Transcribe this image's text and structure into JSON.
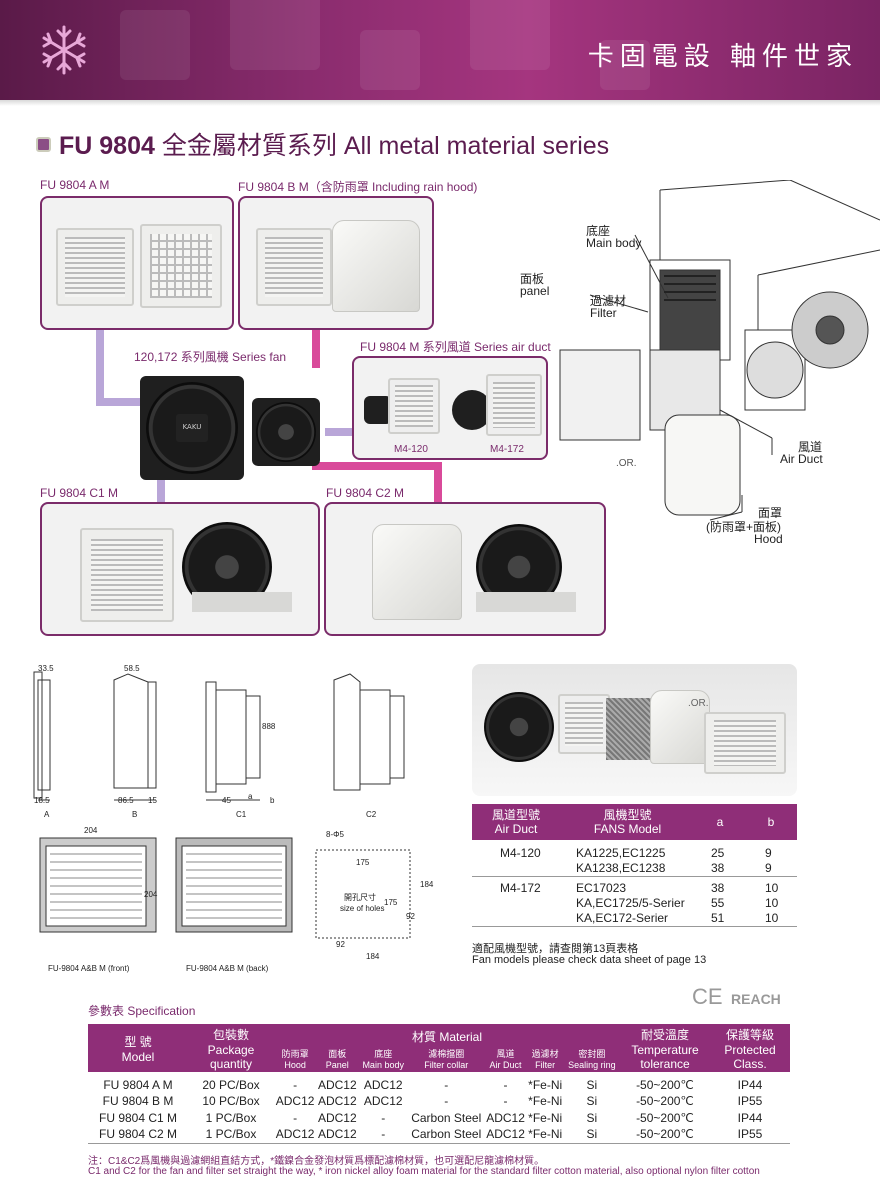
{
  "banner": {
    "title": "卡固電設  軸件世家"
  },
  "section": {
    "model": "FU 9804",
    "zh": "全金屬材質系列",
    "en": "All metal material series"
  },
  "products": {
    "am": "FU 9804 A M",
    "bm": "FU 9804 B M（含防雨罩  Including rain hood)",
    "fan_series": "120,172 系列風機   Series fan",
    "m_series": "FU 9804 M  系列風道  Series air duct",
    "c1m": "FU 9804 C1 M",
    "c2m": "FU 9804 C2 M",
    "m4_120": "M4-120",
    "m4_172": "M4-172",
    "fan_brand": "KAKU"
  },
  "exploded": {
    "main_body_zh": "底座",
    "main_body_en": "Main body",
    "panel_zh": "面板",
    "panel_en": "panel",
    "filter_zh": "過濾材",
    "filter_en": "Filter",
    "air_duct_zh": "風道",
    "air_duct_en": "Air Duct",
    "or": ".OR.",
    "hood_zh": "面罩",
    "hood_sub": "(防雨罩+面板)",
    "hood_en": "Hood"
  },
  "drawings": {
    "d1": "33.5",
    "d2": "58.5",
    "d3": "18.5",
    "d4": "86.5",
    "d5": "15",
    "d6": "45",
    "d7": "a",
    "d8": "b",
    "d9": "888",
    "cap_a": "A",
    "cap_b": "B",
    "cap_c1": "C1",
    "cap_c2": "C2",
    "w204": "204",
    "h204": "204",
    "holes": "8-Φ5",
    "w175": "175",
    "h175": "175",
    "h184": "184",
    "w184": "184",
    "w92": "92",
    "h92": "92",
    "hole_zh": "開孔尺寸",
    "hole_en": "size of holes",
    "front_caption": "FU-9804 A&B M (front)",
    "back_caption": "FU-9804 A&B M (back)"
  },
  "photo": {
    "or": ".OR."
  },
  "duct_table": {
    "headers": {
      "duct_zh": "風道型號",
      "duct_en": "Air Duct",
      "fans_zh": "風機型號",
      "fans_en": "FANS Model",
      "a": "a",
      "b": "b"
    },
    "rows": [
      {
        "duct": "M4-120",
        "fan": "KA1225,EC1225",
        "a": "25",
        "b": "9"
      },
      {
        "duct": "",
        "fan": "KA1238,EC1238",
        "a": "38",
        "b": "9"
      },
      {
        "duct": "M4-172",
        "fan": "EC17023",
        "a": "38",
        "b": "10"
      },
      {
        "duct": "",
        "fan": "KA,EC1725/5-Serier",
        "a": "55",
        "b": "10"
      },
      {
        "duct": "",
        "fan": "KA,EC172-Serier",
        "a": "51",
        "b": "10"
      }
    ],
    "note_zh": "適配風機型號，請查閱第13頁表格",
    "note_en": "Fan models please check data sheet of page 13"
  },
  "cert": {
    "ce": "CE",
    "reach": "REACH"
  },
  "spec": {
    "title_zh": "參數表",
    "title_en": "Specification",
    "headers": {
      "model_zh": "型 號",
      "model_en": "Model",
      "pkg_zh": "包裝數",
      "pkg_en": "Package quantity",
      "mat_zh": "材質",
      "mat_en": "Material",
      "hood_zh": "防雨罩",
      "hood_en": "Hood",
      "panel_zh": "面板",
      "panel_en": "Panel",
      "body_zh": "底座",
      "body_en": "Main body",
      "collar_zh": "濾棉擋圈",
      "collar_en": "Filter collar",
      "duct_zh": "風道",
      "duct_en": "Air Duct",
      "filter_zh": "過濾材",
      "filter_en": "Filter",
      "seal_zh": "密封圈",
      "seal_en": "Sealing ring",
      "temp_zh": "耐受溫度",
      "temp_en1": "Temperature",
      "temp_en2": "tolerance",
      "class_zh": "保護等級",
      "class_en1": "Protected",
      "class_en2": "Class."
    },
    "rows": [
      {
        "model": "FU 9804  A  M",
        "pkg": "20 PC/Box",
        "hood": "-",
        "panel": "ADC12",
        "body": "ADC12",
        "collar": "-",
        "duct": "-",
        "filter": "*Fe-Ni",
        "seal": "Si",
        "temp": "-50~200℃",
        "cls": "IP44"
      },
      {
        "model": "FU 9804  B  M",
        "pkg": "10 PC/Box",
        "hood": "ADC12",
        "panel": "ADC12",
        "body": "ADC12",
        "collar": "-",
        "duct": "-",
        "filter": "*Fe-Ni",
        "seal": "Si",
        "temp": "-50~200℃",
        "cls": "IP55"
      },
      {
        "model": "FU 9804 C1 M",
        "pkg": "1 PC/Box",
        "hood": "-",
        "panel": "ADC12",
        "body": "-",
        "collar": "Carbon Steel",
        "duct": "ADC12",
        "filter": "*Fe-Ni",
        "seal": "Si",
        "temp": "-50~200℃",
        "cls": "IP44"
      },
      {
        "model": "FU 9804 C2 M",
        "pkg": "1 PC/Box",
        "hood": "ADC12",
        "panel": "ADC12",
        "body": "-",
        "collar": "Carbon Steel",
        "duct": "ADC12",
        "filter": "*Fe-Ni",
        "seal": "Si",
        "temp": "-50~200℃",
        "cls": "IP55"
      }
    ],
    "note_zh": "注：C1&C2爲風機與過濾網組直結方式，*鐵鎳合金發泡材質爲標配濾棉材質，也可選配尼龍濾棉材質。",
    "note_en": "C1 and C2 for the fan and filter set straight the way, * iron nickel alloy foam material for the standard filter cotton material, also optional nylon filter cotton"
  },
  "colors": {
    "accent": "#8f2e78",
    "banner": "#8a2c6e",
    "connector_pink": "#d94a9a",
    "connector_lav": "#b9a6d8"
  }
}
